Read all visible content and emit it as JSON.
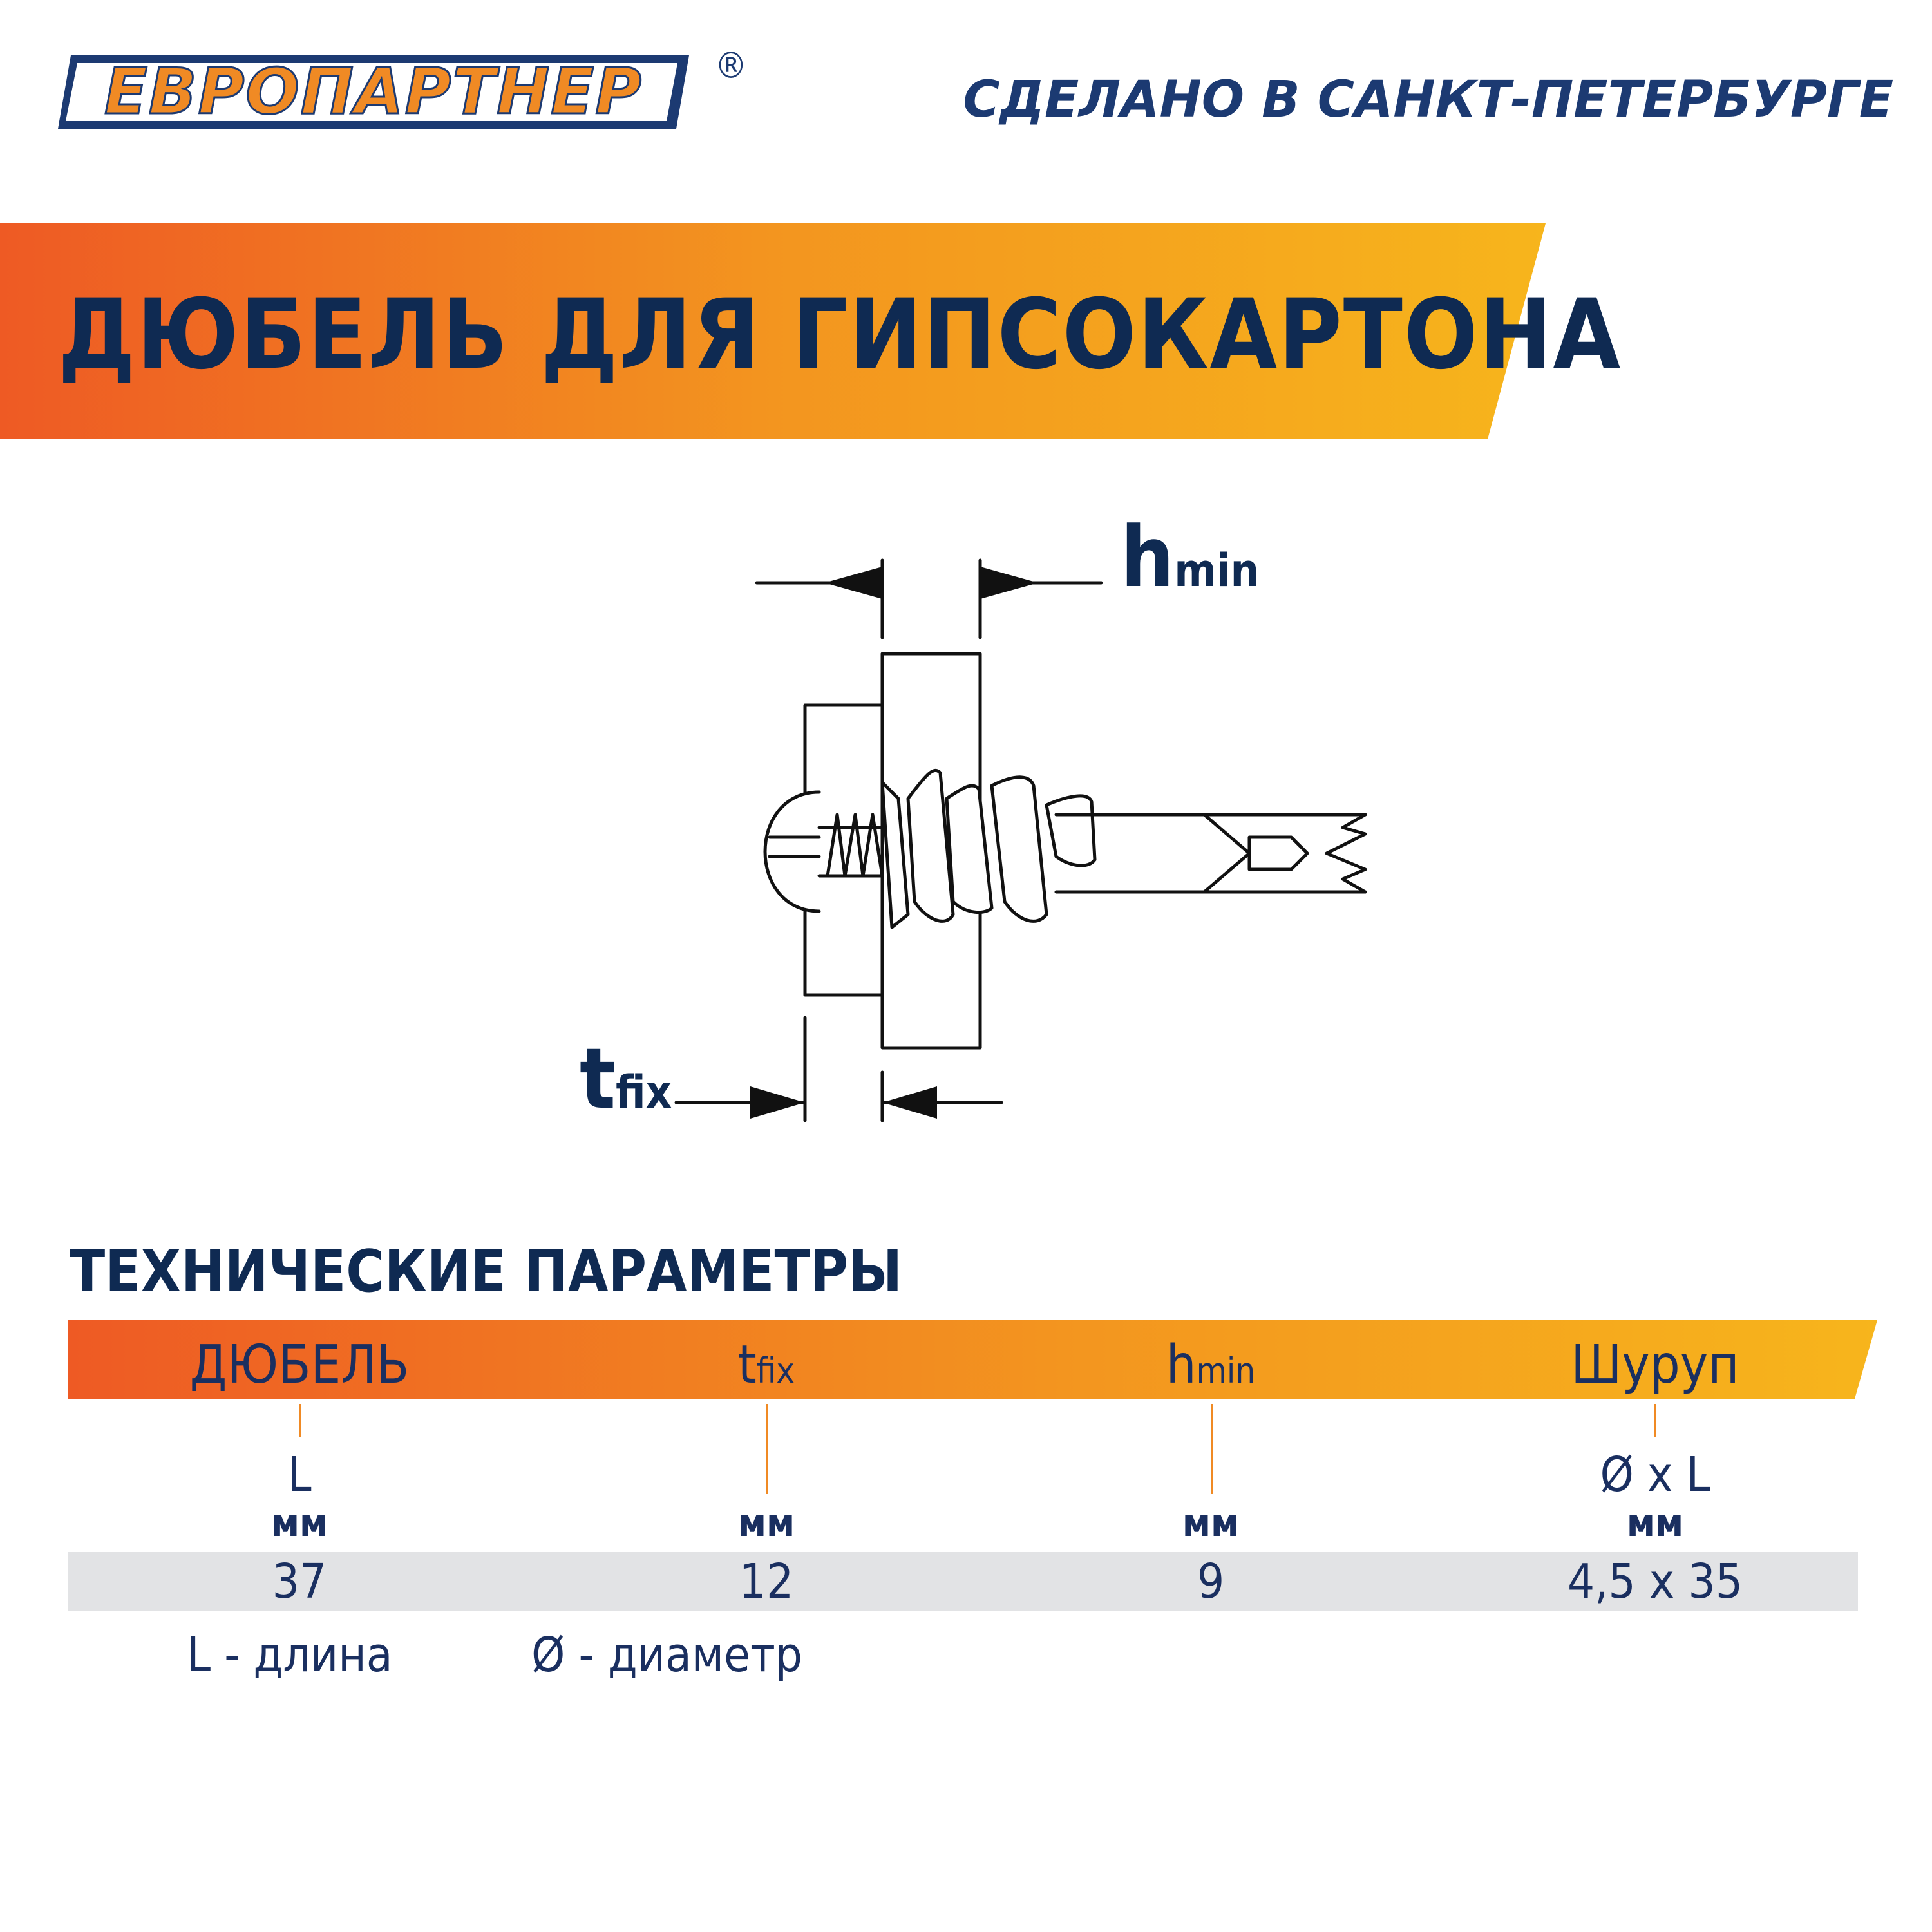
{
  "brand": {
    "logo_text": "ЕВРОПАРТНЕР",
    "registered": "®",
    "tagline": "СДЕЛАНО В САНКТ-ПЕТЕРБУРГЕ"
  },
  "colors": {
    "navy": "#0f2a52",
    "orange": "#f08a24",
    "orange_dark": "#ee5a24",
    "yellow": "#f7b51c",
    "row_gray": "#e2e3e5"
  },
  "title": "ДЮБЕЛЬ ДЛЯ ГИПСОКАРТОНА",
  "diagram": {
    "label_h_main": "h",
    "label_h_sub": "min",
    "label_t_main": "t",
    "label_t_sub": "fix"
  },
  "section_title": "ТЕХНИЧЕСКИЕ ПАРАМЕТРЫ",
  "table": {
    "headers": [
      {
        "main": "ДЮБЕЛЬ",
        "sub": ""
      },
      {
        "main": "t",
        "sub": "fix"
      },
      {
        "main": "h",
        "sub": "min"
      },
      {
        "main": "Шуруп",
        "sub": ""
      }
    ],
    "param_labels": [
      "L",
      "",
      "",
      "Ø x L"
    ],
    "units": [
      "мм",
      "мм",
      "мм",
      "мм"
    ],
    "values": [
      "37",
      "12",
      "9",
      "4,5 x 35"
    ]
  },
  "legend": {
    "length": "L  - длина",
    "diameter": "Ø - диаметр"
  }
}
